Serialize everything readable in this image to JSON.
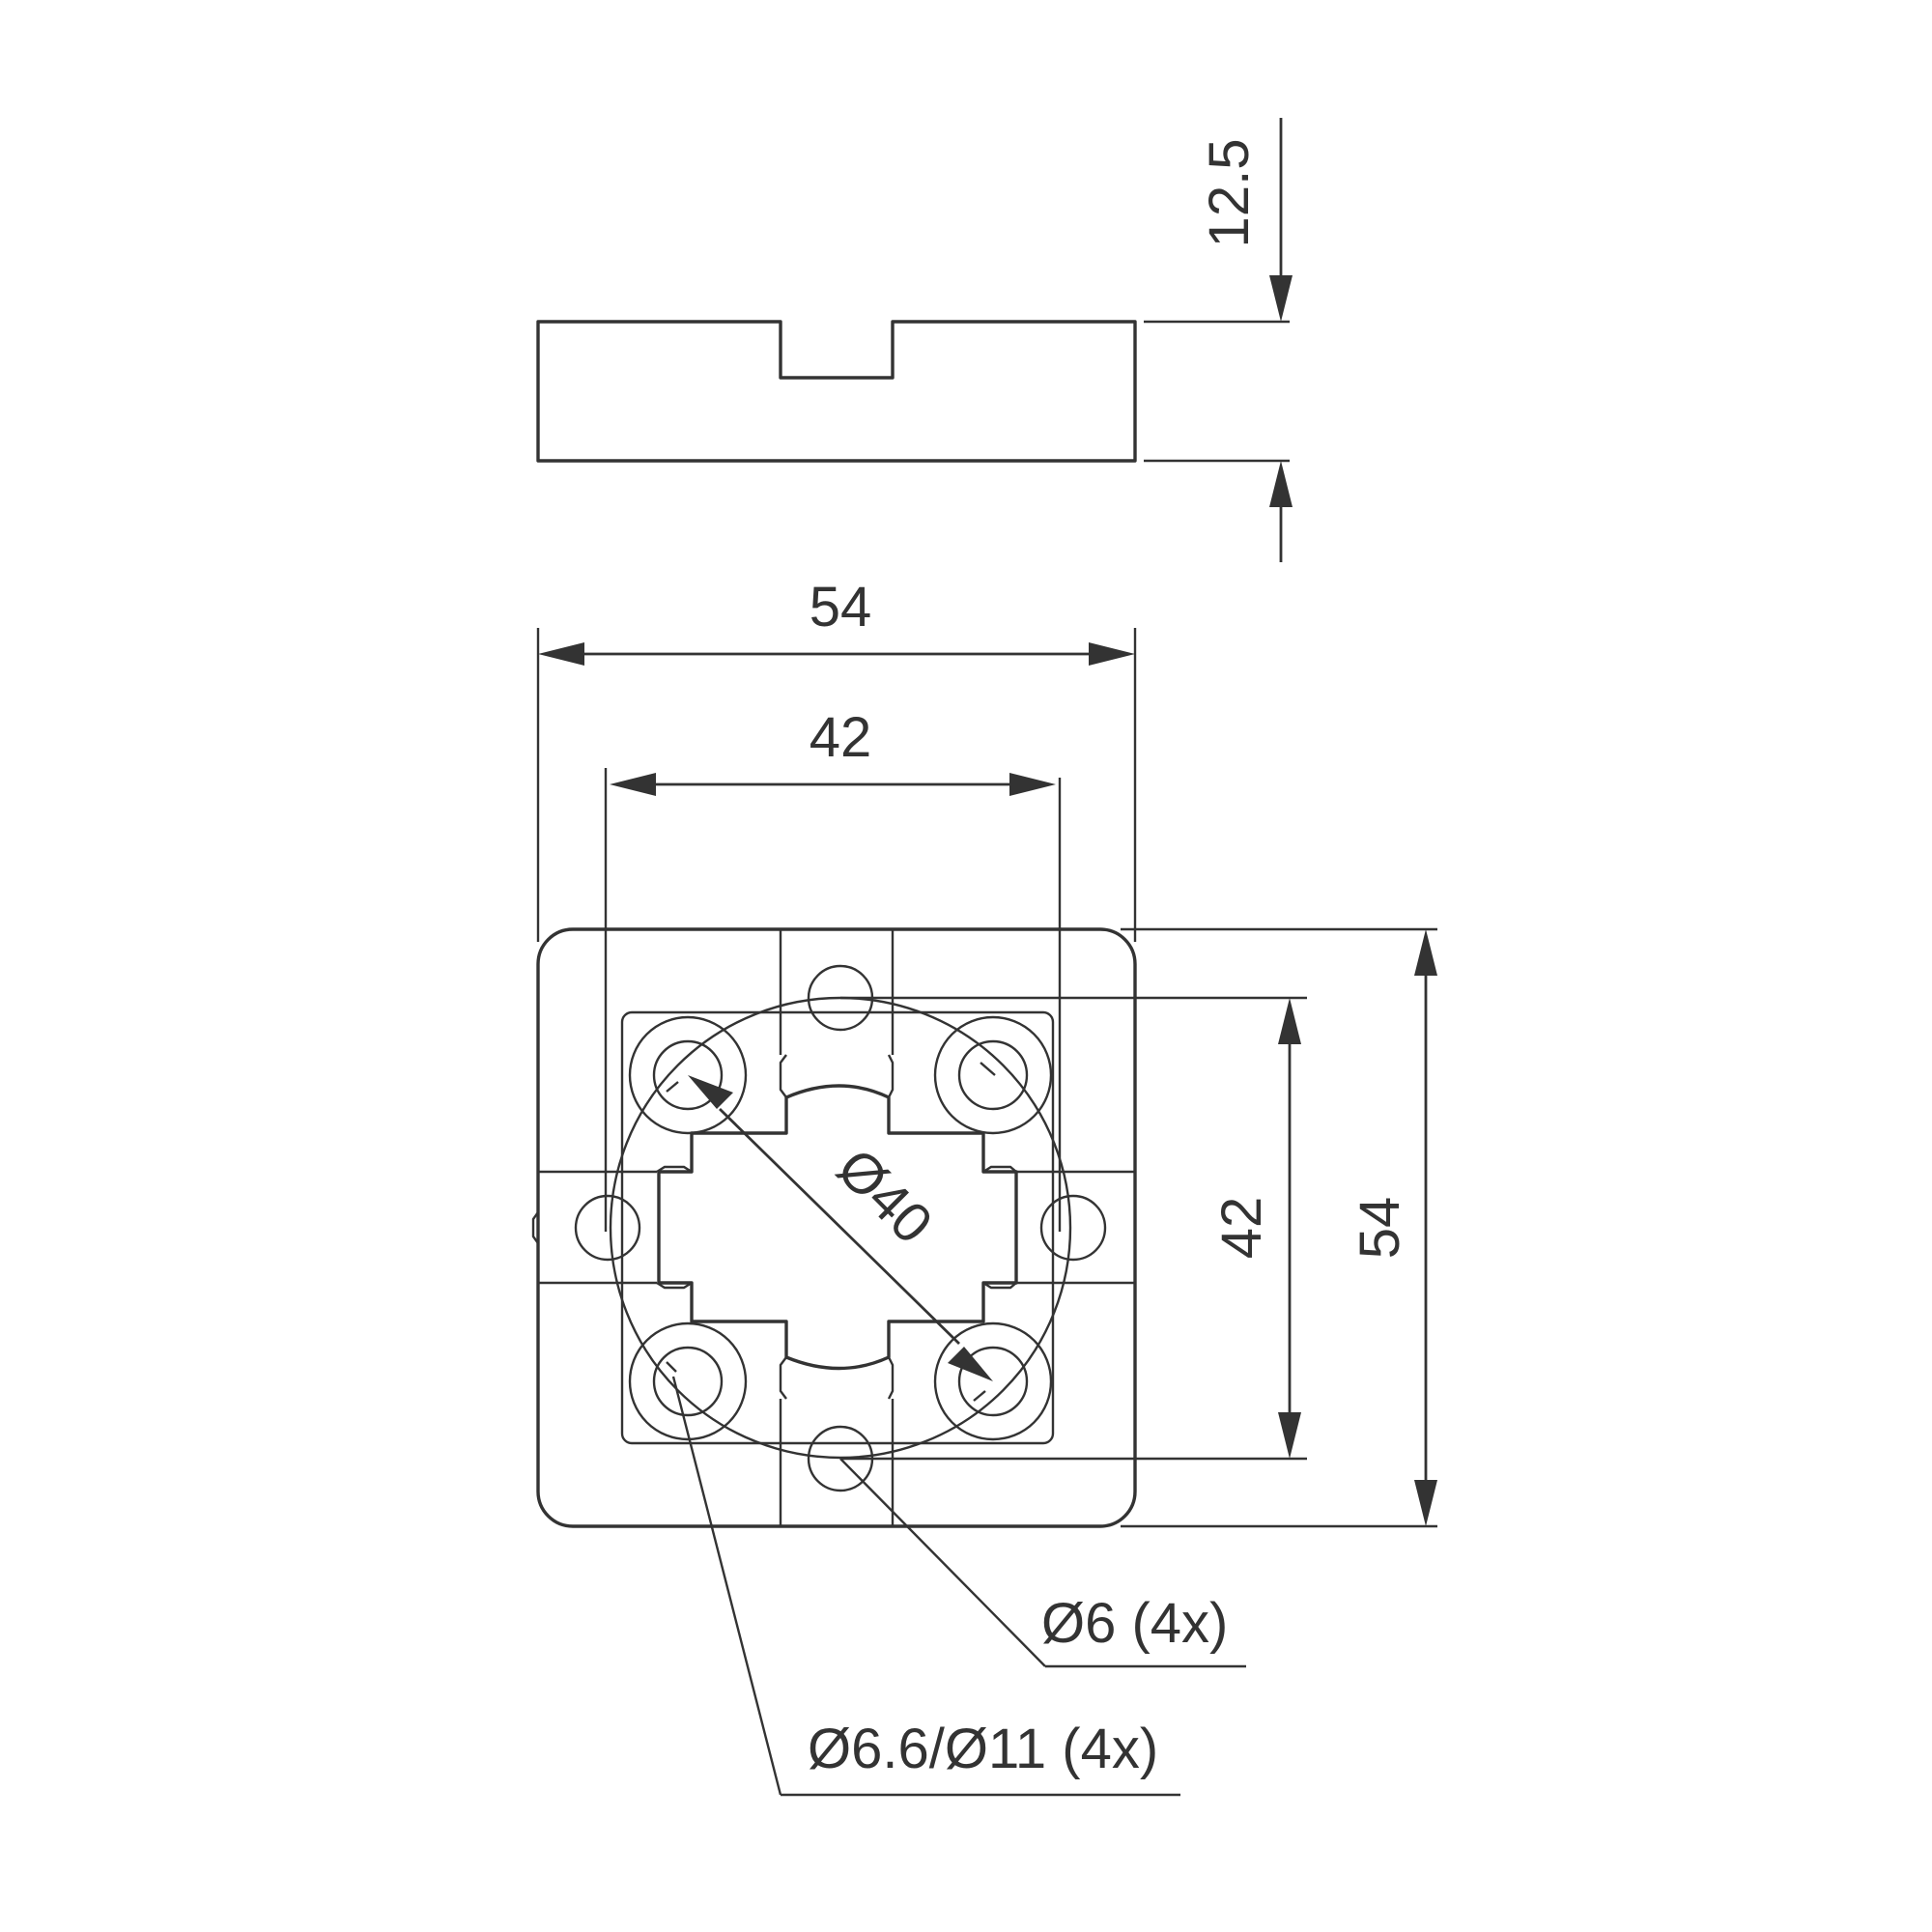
{
  "dimensions": {
    "height": "12.5",
    "width_top": "54",
    "width_inner": "42",
    "height_inner": "42",
    "height_outer": "54",
    "circle_diameter": "Ø40"
  },
  "callouts": {
    "pin_holes": "Ø6 (4x)",
    "counterbored_holes": "Ø6.6/Ø11 (4x)"
  },
  "colors": {
    "line": "#333333",
    "background": "#ffffff"
  }
}
